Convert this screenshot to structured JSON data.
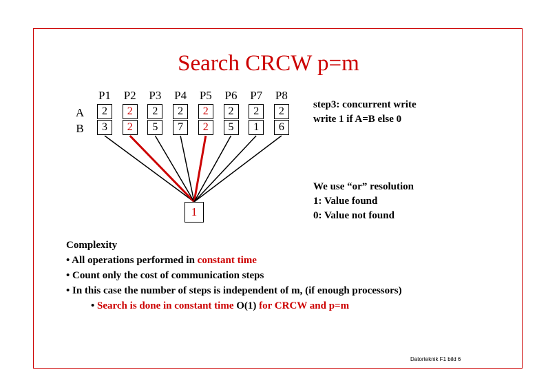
{
  "title": "Search CRCW p=m",
  "rows": [
    "A",
    "B"
  ],
  "processors": [
    {
      "label": "P1",
      "a": "2",
      "b": "3",
      "match": false
    },
    {
      "label": "P2",
      "a": "2",
      "b": "2",
      "match": true
    },
    {
      "label": "P3",
      "a": "2",
      "b": "5",
      "match": false
    },
    {
      "label": "P4",
      "a": "2",
      "b": "7",
      "match": false
    },
    {
      "label": "P5",
      "a": "2",
      "b": "2",
      "match": true
    },
    {
      "label": "P6",
      "a": "2",
      "b": "5",
      "match": false
    },
    {
      "label": "P7",
      "a": "2",
      "b": "1",
      "match": false
    },
    {
      "label": "P8",
      "a": "2",
      "b": "6",
      "match": false
    }
  ],
  "result": "1",
  "step": [
    "step3: concurrent write",
    "write 1 if A=B else 0"
  ],
  "resolution": [
    "We use “or” resolution",
    "1: Value found",
    "0: Value not found"
  ],
  "complexity": {
    "heading": "Complexity",
    "line1_prefix": "• All operations performed in ",
    "line1_highlight": "constant time",
    "line2": "• Count only the cost of communication steps",
    "line3": "• In this case the number of steps is independent of m, (if enough processors)",
    "line4_bullet": "• ",
    "line4_a": "Search is done in constant time ",
    "line4_b": "O(1)",
    "line4_c": " for CRCW and p=m"
  },
  "footer": "Datorteknik F1 bild 6",
  "colors": {
    "accent": "#cc0000",
    "text": "#000000"
  }
}
